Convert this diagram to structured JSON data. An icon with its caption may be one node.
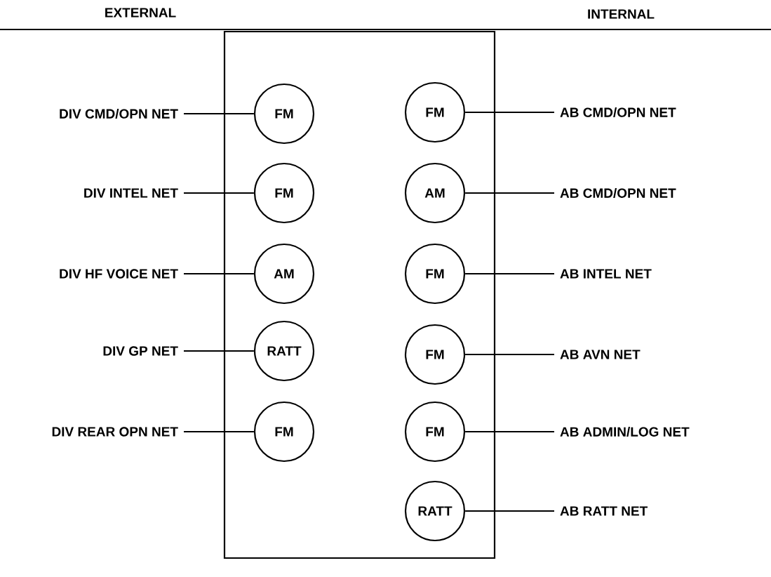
{
  "diagram": {
    "nodes": [
      {
        "text": [],
        "shape": "box"
      },
      {
        "text": [
          "FM"
        ],
        "in": 0
      },
      {
        "text": [
          "FM"
        ],
        "in": 0
      },
      {
        "text": [
          "AM"
        ],
        "in": 0
      },
      {
        "text": [
          "RATT"
        ],
        "in": 0
      },
      {
        "text": [
          "FM"
        ],
        "in": 0
      },
      {
        "text": [
          "FM"
        ],
        "in": 0
      },
      {
        "text": [
          "AM"
        ],
        "in": 0
      },
      {
        "text": [
          "FM"
        ],
        "in": 0
      },
      {
        "text": [
          "FM"
        ],
        "in": 0
      },
      {
        "text": [
          "FM"
        ],
        "in": 0
      },
      {
        "text": [
          "RATT"
        ],
        "in": 0
      },
      {
        "text": [
          "DIV CMD/OPN NET"
        ]
      },
      {
        "text": [
          "DIV INTEL NET"
        ]
      },
      {
        "text": [
          "DIV HF VOICE NET"
        ]
      },
      {
        "text": [
          "DIV GP NET"
        ]
      },
      {
        "text": [
          "DIV REAR OPN NET"
        ]
      },
      {
        "text": [
          "AB CMD/OPN NET"
        ]
      },
      {
        "text": [
          "AB CMD/OPN NET"
        ]
      },
      {
        "text": [
          "AB INTEL NET"
        ]
      },
      {
        "text": [
          "AB AVN NET"
        ]
      },
      {
        "text": [
          "AB ADMIN/LOG NET"
        ]
      },
      {
        "text": [
          "AB RATT NET"
        ]
      }
    ],
    "edges": [
      {
        "from": 12,
        "to": 1,
        "arrow": "none"
      },
      {
        "from": 13,
        "to": 2,
        "arrow": "none"
      },
      {
        "from": 14,
        "to": 3,
        "arrow": "none"
      },
      {
        "from": 15,
        "to": 4,
        "arrow": "none"
      },
      {
        "from": 16,
        "to": 5,
        "arrow": "none"
      },
      {
        "from": 6,
        "to": 17,
        "arrow": "none"
      },
      {
        "from": 7,
        "to": 18,
        "arrow": "none"
      },
      {
        "from": 8,
        "to": 19,
        "arrow": "none"
      },
      {
        "from": 9,
        "to": 20,
        "arrow": "none"
      },
      {
        "from": 10,
        "to": 21,
        "arrow": "none"
      },
      {
        "from": 11,
        "to": 22,
        "arrow": "none"
      }
    ],
    "labels": [
      "EXTERNAL",
      "INTERNAL"
    ]
  }
}
